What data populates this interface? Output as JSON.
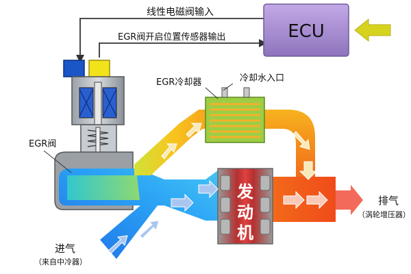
{
  "diagram": {
    "ecu_label": "ECU",
    "signal_input": "线性电磁阀输入",
    "signal_output": "EGR阀开启位置传感器输出",
    "cooler_label": "EGR冷却器",
    "coolant_inlet_label": "冷却水入口",
    "valve_label": "EGR阀",
    "engine_label": "发动机",
    "exhaust_label": "排气",
    "exhaust_sub": "（涡轮增压器）",
    "intake_label": "进气",
    "intake_sub": "（来自中冷器）"
  },
  "colors": {
    "ecu_fill": "#a88fcf",
    "connector_blue": "#1a56c8",
    "connector_yellow": "#f2e21a",
    "intake_blue": "#2b8cf0",
    "exhaust_orange": "#f07a1e",
    "engine_red": "#c62222",
    "cooler_green": "#8fc63a",
    "valve_body_gray": "#8a8f96",
    "input_arrow_yellow": "#d7d21e"
  }
}
